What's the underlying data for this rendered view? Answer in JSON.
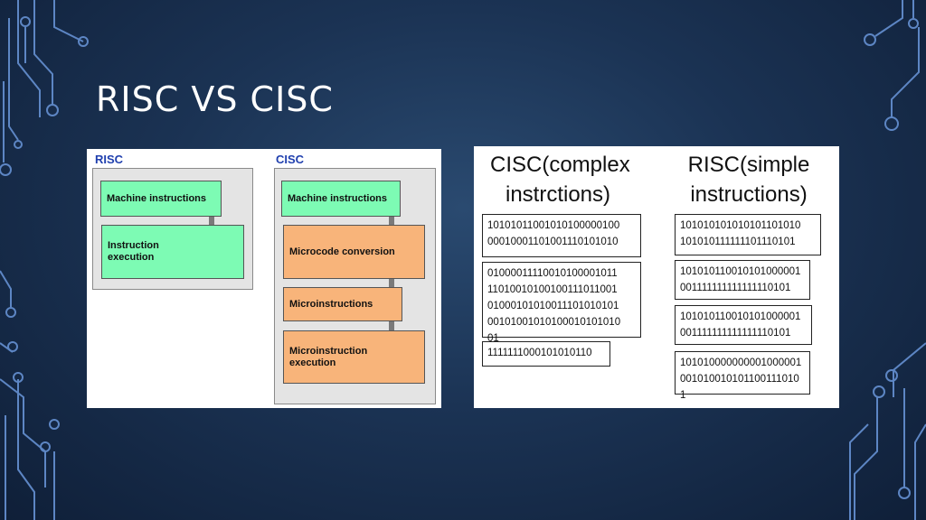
{
  "slide": {
    "title": "RISC VS CISC"
  },
  "pipeline_diagram": {
    "risc": {
      "label": "RISC",
      "stages": [
        {
          "text": "Machine instructions"
        },
        {
          "text": "Instruction\nexecution"
        }
      ]
    },
    "cisc": {
      "label": "CISC",
      "stages": [
        {
          "text": "Machine instructions"
        },
        {
          "text": "Microcode conversion"
        },
        {
          "text": "Microinstructions"
        },
        {
          "text": "Microinstruction\nexecution"
        }
      ]
    }
  },
  "instruction_comparison": {
    "cisc_heading": "CISC(complex\ninstrctions)",
    "risc_heading": "RISC(simple\ninstructions)",
    "cisc_blocks": [
      "10101011001010100000100\n00010001101001110101010",
      "01000011110010100001011\n11010010100100111011001\n01000101010011101010101\n00101001010100010101010\n01",
      "1111111000101010110"
    ],
    "risc_blocks": [
      "101010101010101101010\n101010111111101110101",
      "101010110010101000001\n001111111111111110101",
      "101010110010101000001\n001111111111111110101",
      "101010000000001000001\n001010010101100111010\n1"
    ]
  },
  "colors": {
    "background": "#1b3354",
    "risc_label": "#1f3fae",
    "green_stage": "#7dfbb4",
    "orange_stage": "#f8b47a",
    "circuit_lines": "#5d86c4"
  },
  "icons": [
    "circuit-trace-decoration"
  ]
}
